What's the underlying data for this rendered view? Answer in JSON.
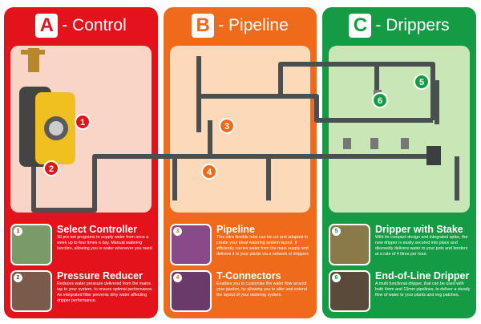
{
  "panels": [
    {
      "letter": "A",
      "title": "- Control",
      "color": "#e3131b",
      "items": [
        {
          "number": "1",
          "title": "Select Controller",
          "text": "16 pre-set programs to supply water from once a week up to four times a day. Manual watering function, allowing you to water whenever you need"
        },
        {
          "number": "2",
          "title": "Pressure Reducer",
          "text": "Reduces water pressure delivered from the mains tap to your system, to ensure optimal performance. An integrated filter prevents dirty water affecting dripper performance."
        }
      ]
    },
    {
      "letter": "B",
      "title": "- Pipeline",
      "color": "#ef6a1a",
      "items": [
        {
          "number": "3",
          "title": "Pipeline",
          "text": "This ultra flexible tube can be cut and adapted to create your ideal watering system layout. It efficiently carries water from the main supply and delivers it to your plants via a network of drippers."
        },
        {
          "number": "4",
          "title": "T-Connectors",
          "text": "Enables you to customise the water flow around your garden, by allowing you to alter and extend the layout of your watering system."
        }
      ]
    },
    {
      "letter": "C",
      "title": "- Drippers",
      "color": "#169b45",
      "items": [
        {
          "number": "5",
          "title": "Dripper with Stake",
          "text": "With its compact design and integrated spike, the new dripper is easily secured into place and discreetly delivers water to your pots and borders at a rate of 4 litres per hour."
        },
        {
          "number": "6",
          "title": "End-of-Line Dripper",
          "text": "A multi functional dripper, that can be used with both 4mm and 13mm pipelines, to deliver a steady flow of water to your plants and veg patches."
        }
      ]
    }
  ],
  "callouts": [
    "1",
    "2",
    "3",
    "4",
    "5",
    "6"
  ]
}
